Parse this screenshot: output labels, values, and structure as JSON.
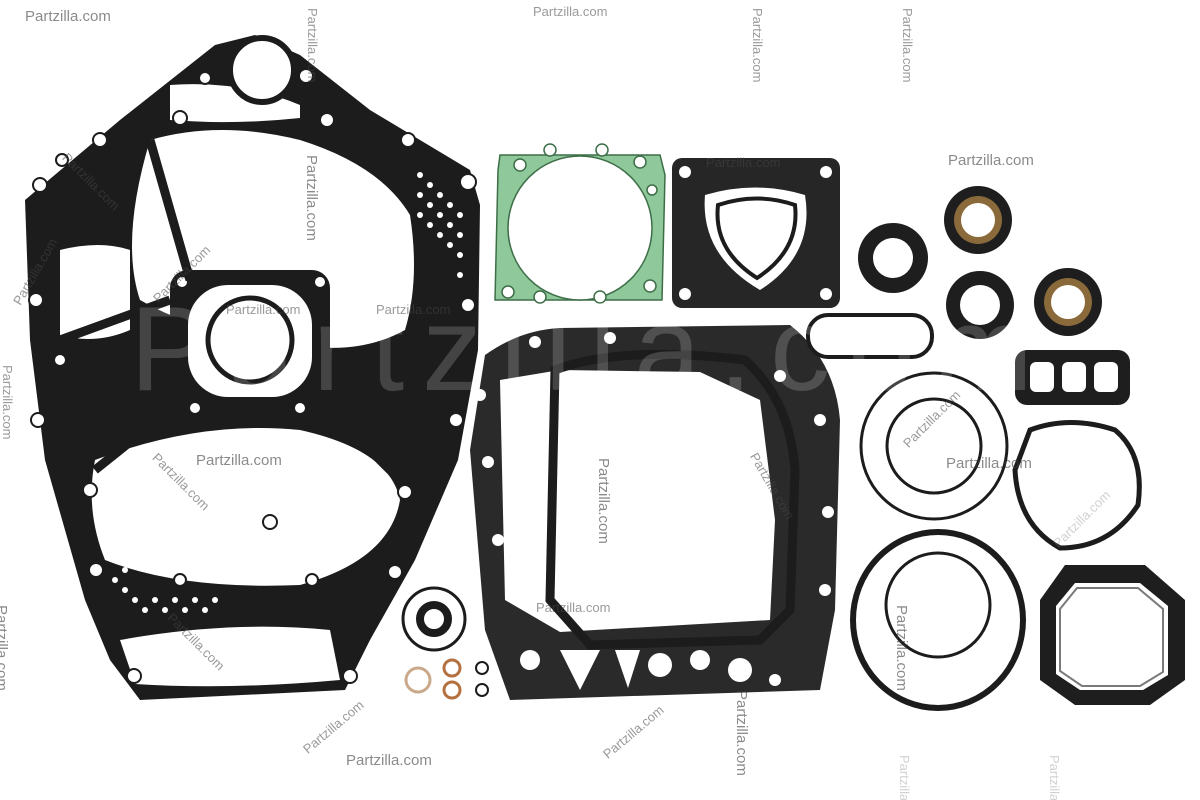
{
  "watermark": {
    "text": "Partzilla.com",
    "ghost_text": "Partzilla.com"
  },
  "colors": {
    "background": "#ffffff",
    "gasket_black": "#1b1b1b",
    "gasket_green": "#8fc79a",
    "seal_amber": "#8a6a3a",
    "ring_copper": "#b5703f"
  },
  "parts": [
    "main-cover-gasket",
    "cylinder-head-gasket-green",
    "manifold-gasket",
    "exhaust-plate-gasket",
    "oil-seals",
    "o-rings",
    "grommet-seal",
    "square-ring-seal",
    "small-washers"
  ]
}
